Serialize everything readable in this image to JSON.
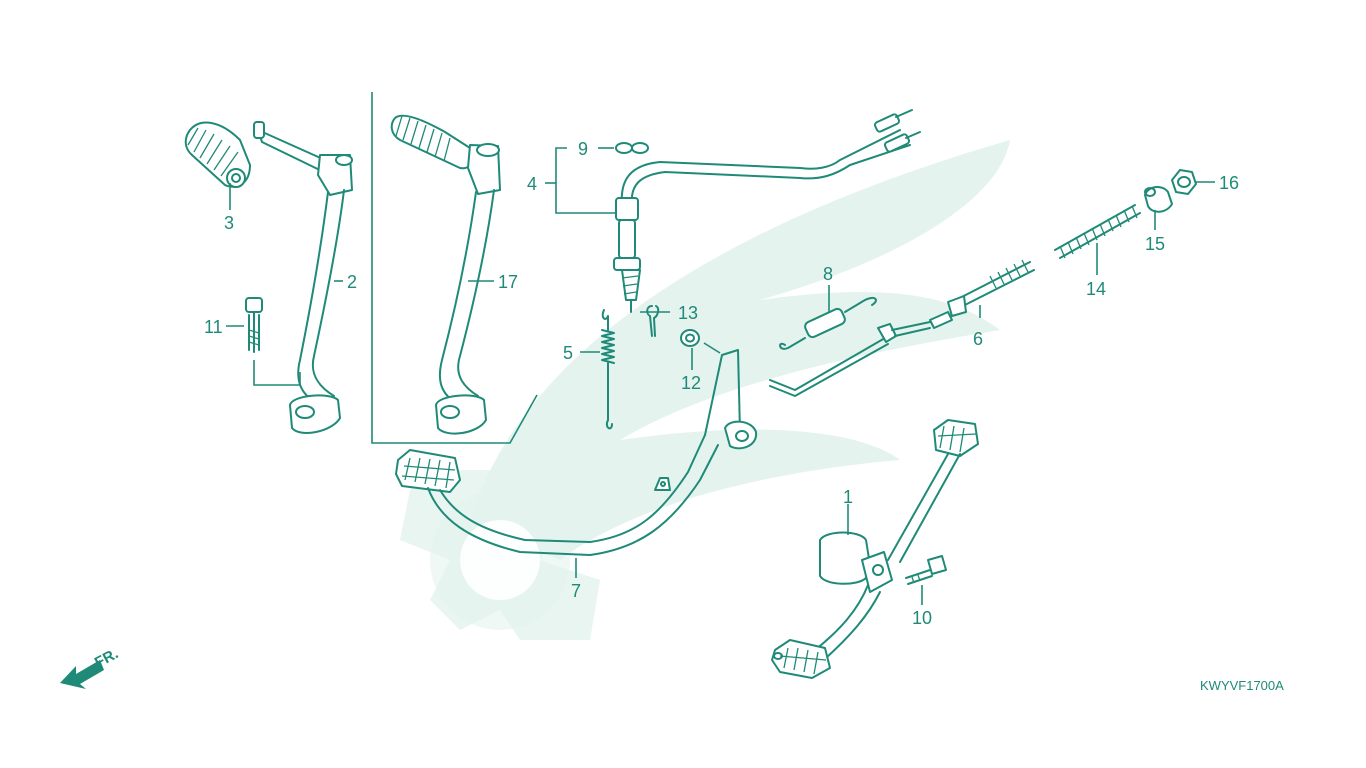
{
  "diagram": {
    "drawing_code": "KWYVF1700A",
    "direction_marker": "FR.",
    "colors": {
      "line": "#1f8a78",
      "watermark": "#e4f3ee",
      "background": "#ffffff"
    },
    "callouts": [
      "1",
      "2",
      "3",
      "4",
      "5",
      "6",
      "7",
      "8",
      "9",
      "10",
      "11",
      "12",
      "13",
      "14",
      "15",
      "16",
      "17"
    ]
  }
}
